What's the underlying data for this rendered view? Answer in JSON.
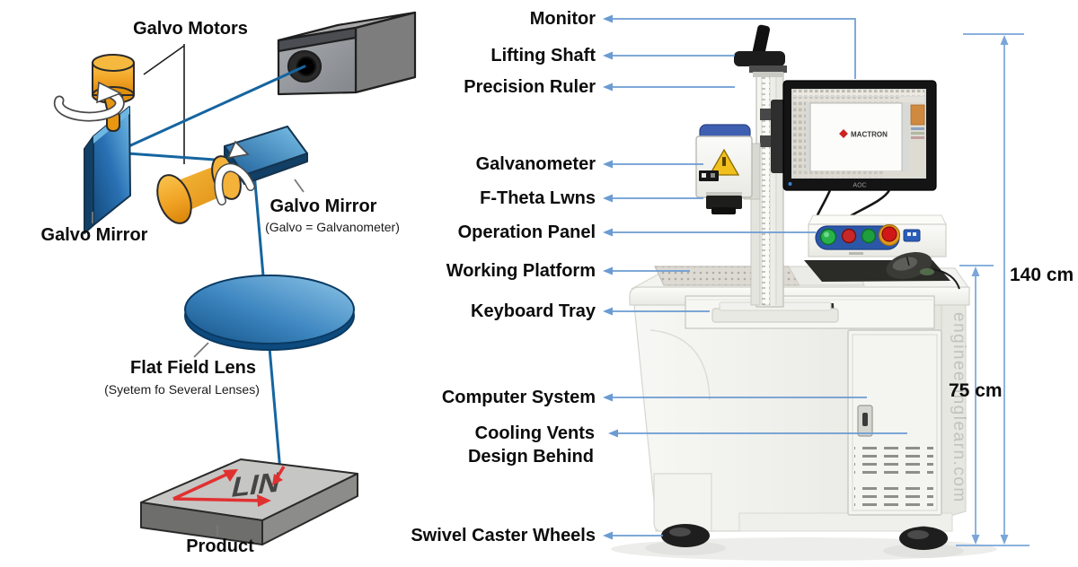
{
  "left_diagram": {
    "galvo_motors_label": "Galvo Motors",
    "galvo_mirror_left_label": "Galvo Mirror",
    "galvo_mirror_right_label": "Galvo Mirror",
    "galvo_mirror_right_sublabel": "(Galvo = Galvanometer)",
    "flat_field_lens_label": "Flat Field Lens",
    "flat_field_lens_sublabel": "(Syetem fo Several Lenses)",
    "product_label": "Product",
    "marking_text": "LIN"
  },
  "machine_labels": {
    "monitor": "Monitor",
    "lifting_shaft": "Lifting Shaft",
    "precision_ruler": "Precision Ruler",
    "galvanometer": "Galvanometer",
    "f_theta_lens": "F-Theta Lwns",
    "operation_panel": "Operation Panel",
    "working_platform": "Working Platform",
    "keyboard_tray": "Keyboard Tray",
    "computer_system": "Computer System",
    "cooling_vents_line1": "Cooling Vents",
    "cooling_vents_line2": "Design Behind",
    "swivel_caster_wheels": "Swivel Caster Wheels"
  },
  "dimensions": {
    "total_height": "140 cm",
    "cabinet_height": "75 cm"
  },
  "machine": {
    "monitor_brand": "AOC",
    "screen_logo": "MACTRON",
    "watermark": "engineeringlearn.com"
  },
  "colors": {
    "arrow_blue": "#6b9bd2",
    "dimension_blue": "#7aa6d8",
    "beam_blue": "#1565a0",
    "mirror_blue": "#2a72b5",
    "motor_gold": "#f2a93b",
    "marking_red": "#e03131",
    "label_black": "#0c0c0c"
  }
}
